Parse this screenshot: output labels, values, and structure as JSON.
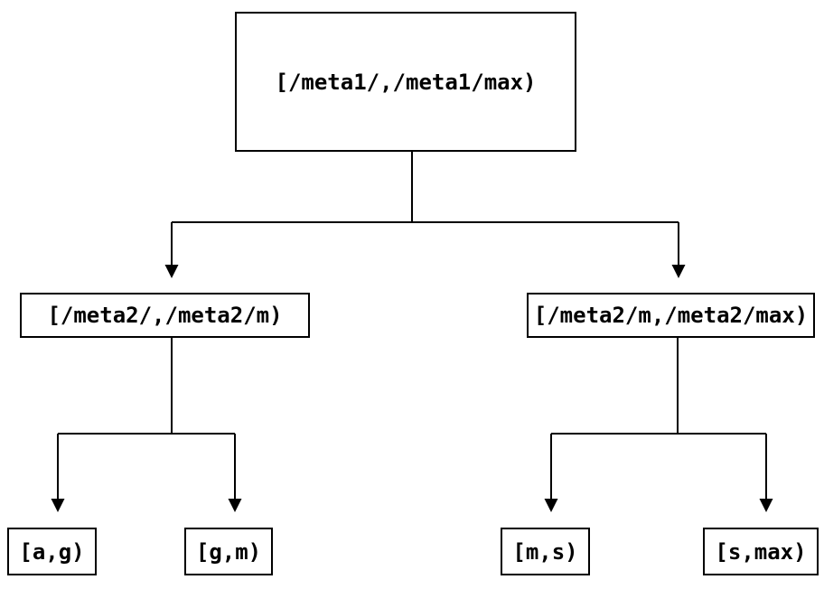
{
  "diagram": {
    "type": "tree",
    "description": "Interval partition tree diagram",
    "colors": {
      "background": "#ffffff",
      "line": "#000000",
      "box_fill": "#ffffff",
      "box_border": "#000000",
      "text": "#000000"
    },
    "nodes": {
      "root": {
        "label": "[/meta1/,/meta1/max)"
      },
      "mid_left": {
        "label": "[/meta2/,/meta2/m)"
      },
      "mid_right": {
        "label": "[/meta2/m,/meta2/max)"
      },
      "leaf_ag": {
        "label": "[a,g)"
      },
      "leaf_gm": {
        "label": "[g,m)"
      },
      "leaf_ms": {
        "label": "[m,s)"
      },
      "leaf_smax": {
        "label": "[s,max)"
      }
    },
    "edges": [
      {
        "from": "root",
        "to": "mid_left"
      },
      {
        "from": "root",
        "to": "mid_right"
      },
      {
        "from": "mid_left",
        "to": "leaf_ag"
      },
      {
        "from": "mid_left",
        "to": "leaf_gm"
      },
      {
        "from": "mid_right",
        "to": "leaf_ms"
      },
      {
        "from": "mid_right",
        "to": "leaf_smax"
      }
    ]
  }
}
